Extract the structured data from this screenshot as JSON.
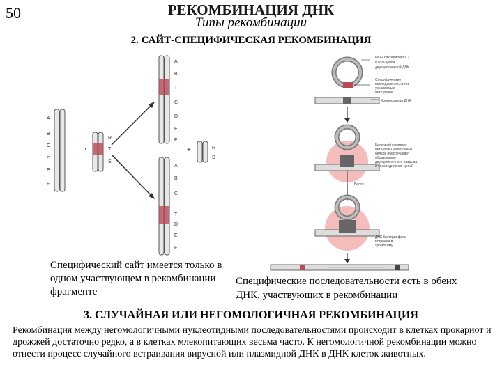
{
  "slide_number": "50",
  "title": "РЕКОМБИНАЦИЯ ДНК",
  "subtitle": "Типы рекомбинации",
  "section2_heading": "2. САЙТ-СПЕЦИФИЧЕСКАЯ РЕКОМБИНАЦИЯ",
  "left_diagram": {
    "chrom_long_labels": [
      "A",
      "B",
      "C",
      "D",
      "E",
      "F"
    ],
    "chrom_short_labels": [
      "R",
      "T",
      "S"
    ],
    "top_result_labels": [
      "A",
      "B",
      "T",
      "C",
      "D",
      "E",
      "F"
    ],
    "bottom_result_labels": [
      "A",
      "B",
      "C",
      "T",
      "D",
      "E",
      "F"
    ],
    "small_result_labels": [
      "R",
      "S"
    ],
    "operator_cross": "x",
    "operator_plus": "+"
  },
  "caption_left": "Специфический сайт имеется только в одном участвующем в рекомбинации фрагменте",
  "caption_right": "Специфические последовательности есть в обеих ДНК, участвующих в рекомбинации",
  "section3_heading": "3. СЛУЧАЙНАЯ ИЛИ НЕГОМОЛОГИЧНАЯ РЕКОМБИНАЦИЯ",
  "body_text": "Рекомбинация между негомологичными нуклеотидными последовательностями происходит в клетках прокариот и дрожжей достаточно редко, а в клетках млекопитающих весьма часто. К негомологичной рекомбинации можно отнести процесс случайного встраивания вирусной или плазмидной ДНК в ДНК клеток животных.",
  "colors": {
    "highlight": "#e07a7a",
    "recomb_site": "#b84a55",
    "chromosome": "#e8e8e8",
    "outline": "#555555"
  }
}
